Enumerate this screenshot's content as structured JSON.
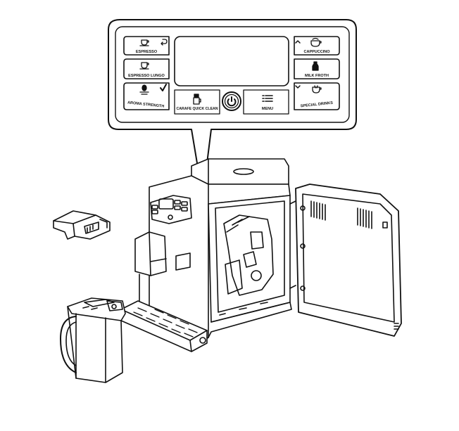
{
  "control_panel": {
    "buttons_left": [
      {
        "label": "ESPRESSO",
        "icon": "espresso-cup-icon",
        "secondary_icon": "return-arrow-icon"
      },
      {
        "label": "ESPRESSO LUNGO",
        "icon": "lungo-cup-icon"
      },
      {
        "label": "AROMA STRENGTH",
        "icon": "coffee-bean-icon",
        "secondary_icon": "checkmark-icon"
      }
    ],
    "buttons_right": [
      {
        "label": "CAPPUCCINO",
        "icon": "cappuccino-cup-icon",
        "secondary_icon": "chevron-up-icon"
      },
      {
        "label": "MILK FROTH",
        "icon": "milk-bottle-icon"
      },
      {
        "label": "SPECIAL DRINKS",
        "icon": "special-cup-icon",
        "secondary_icon": "chevron-down-icon"
      }
    ],
    "bottom_buttons": [
      {
        "label": "CARAFE QUICK CLEAN",
        "icon": "carafe-clean-icon"
      },
      {
        "label": "",
        "icon": "power-icon"
      },
      {
        "label": "MENU",
        "icon": "menu-icon"
      }
    ]
  },
  "colors": {
    "line": "#111111",
    "background": "#ffffff"
  }
}
